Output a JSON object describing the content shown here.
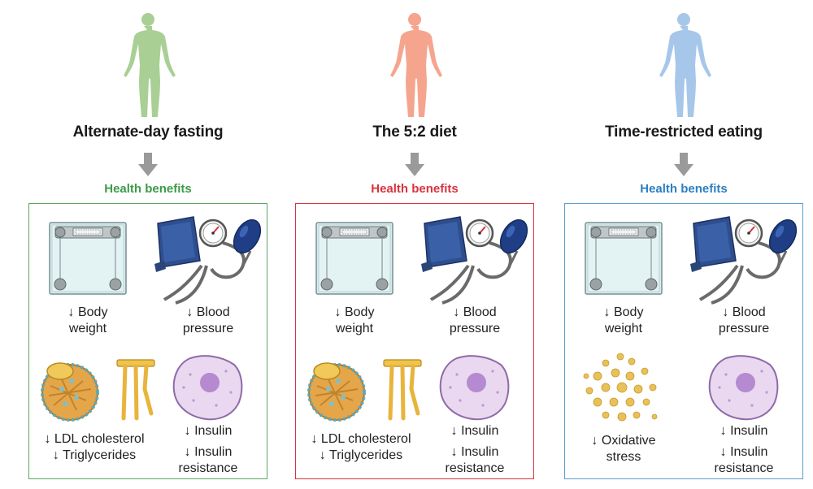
{
  "colors": {
    "green": "#3e9a4a",
    "red": "#d9333f",
    "blue": "#2f7fbf",
    "green_figure": "#a9cf95",
    "red_figure": "#f5a58e",
    "blue_figure": "#a7c7ea",
    "arrow": "#9a9a9a"
  },
  "columns": [
    {
      "title": "Alternate-day fasting",
      "subtitle": "Health benefits",
      "benefits": {
        "body_weight": [
          "↓ Body",
          "weight"
        ],
        "blood_pressure": [
          "↓ Blood",
          "pressure"
        ],
        "ldl": [
          "↓ LDL cholesterol",
          "↓ Triglycerides"
        ],
        "insulin": [
          "↓ Insulin",
          "↓ Insulin",
          "resistance"
        ]
      }
    },
    {
      "title": "The 5:2 diet",
      "subtitle": "Health benefits",
      "benefits": {
        "body_weight": [
          "↓ Body",
          "weight"
        ],
        "blood_pressure": [
          "↓ Blood",
          "pressure"
        ],
        "ldl": [
          "↓ LDL cholesterol",
          "↓ Triglycerides"
        ],
        "insulin": [
          "↓ Insulin",
          "↓ Insulin",
          "resistance"
        ]
      }
    },
    {
      "title": "Time-restricted eating",
      "subtitle": "Health benefits",
      "benefits": {
        "body_weight": [
          "↓ Body",
          "weight"
        ],
        "blood_pressure": [
          "↓ Blood",
          "pressure"
        ],
        "oxidative": [
          "↓ Oxidative",
          "stress"
        ],
        "insulin": [
          "↓ Insulin",
          "↓ Insulin",
          "resistance"
        ]
      }
    }
  ],
  "icons": [
    "human-figure-icon",
    "down-arrow-icon",
    "bathroom-scale-icon",
    "blood-pressure-cuff-icon",
    "ldl-particle-icon",
    "triglyceride-icon",
    "fat-cell-icon",
    "oxidative-particles-icon"
  ]
}
